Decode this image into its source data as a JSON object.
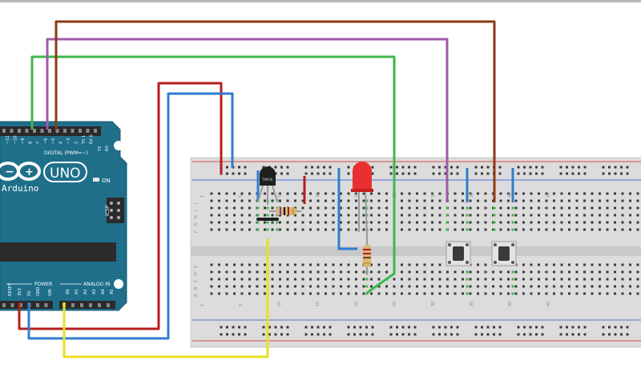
{
  "arduino": {
    "brand": "Arduino",
    "model": "UNO",
    "on_label": "ON",
    "digital_label": "DIGITAL (PWM=~)",
    "tx_label": "TX",
    "rx_label": "RX",
    "icsp_label": "ICSP",
    "power_label": "POWER",
    "analog_label": "ANALOG IN",
    "reset_label": "RESET",
    "v33_label": "3V3",
    "v5_label": "5V",
    "gnd_label": "GND",
    "vin_label": "VIN",
    "analog_pins": [
      "A0",
      "A1",
      "A2",
      "A3",
      "A4",
      "A5"
    ],
    "digital_pins": [
      "~11",
      "~10",
      "~9",
      "8",
      "7",
      "~6",
      "~5",
      "4",
      "~3",
      "2",
      "TX 1",
      "RX 0"
    ]
  },
  "breadboard": {
    "row_letters_top": [
      "J",
      "I",
      "H",
      "G",
      "F"
    ],
    "row_letters_bottom": [
      "E",
      "D",
      "C",
      "B",
      "A"
    ],
    "column_numbers": [
      "1",
      "5",
      "10",
      "15",
      "20",
      "25",
      "30",
      "35",
      "40",
      "45"
    ]
  },
  "sensor": {
    "marking": "TMP36"
  },
  "colors": {
    "board": "#1f6f8b",
    "wire_green": "#3cb84a",
    "wire_purple": "#a05aa8",
    "wire_brown": "#8b3a12",
    "wire_red": "#b81c1c",
    "wire_blue": "#2f7bd0",
    "wire_yellow": "#e8e020",
    "led": "#e83030"
  }
}
